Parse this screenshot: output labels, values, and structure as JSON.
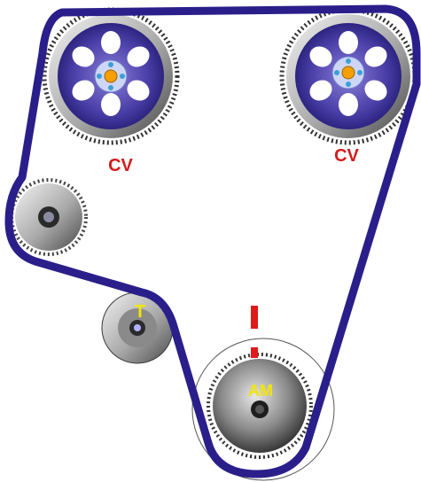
{
  "labels": {
    "cam_left": "CV",
    "cam_right": "CV",
    "tensioner": "T",
    "crank": "AM"
  },
  "colors": {
    "belt": "#2a1f8a",
    "label_red": "#d21c1c",
    "label_yellow": "#f2e600",
    "mark_red": "#e01a1a",
    "pulley_purple": "#5b4fb5",
    "hub_orange": "#f5a000",
    "bolt_blue": "#3aa0d8"
  },
  "icons": {
    "cam_pulley": "camshaft-sprocket-icon",
    "idler": "idler-pulley-icon",
    "tensioner": "tensioner-pulley-icon",
    "crank": "crankshaft-sprocket-icon",
    "timing_mark": "timing-mark-icon"
  }
}
